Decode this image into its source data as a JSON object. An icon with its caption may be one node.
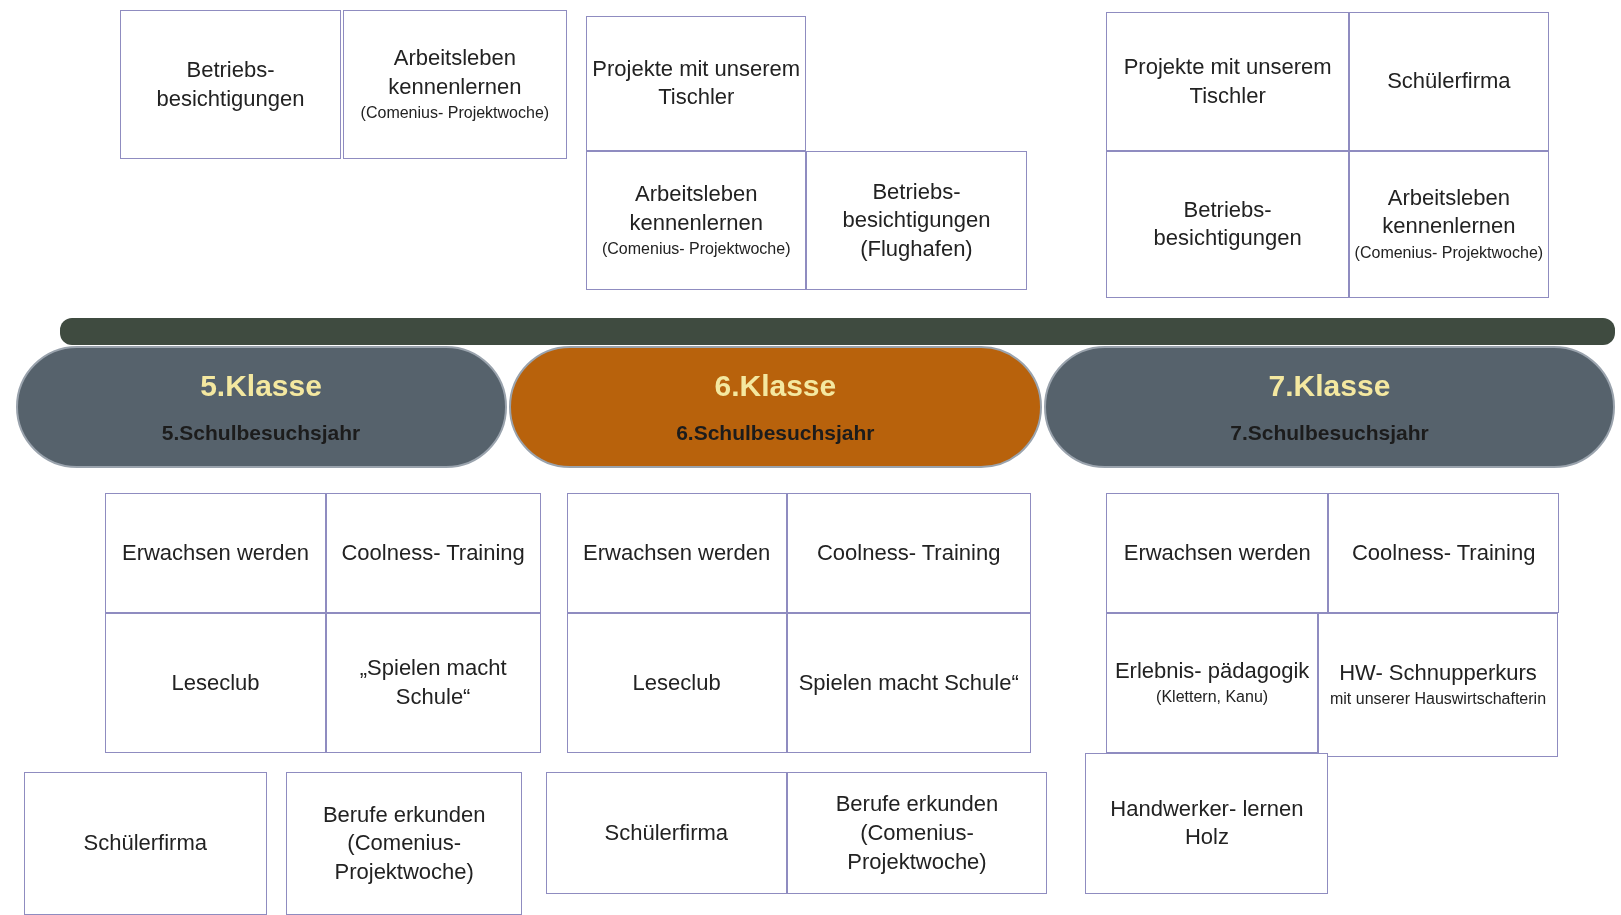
{
  "diagram": {
    "nodes": [
      {
        "text": [
          "Betriebs- besichtigungen"
        ]
      },
      {
        "text": [
          "Arbeitsleben kennenlernen",
          "(Comenius- Projektwoche)"
        ]
      },
      {
        "text": [
          "Projekte mit unserem Tischler"
        ]
      },
      {
        "text": [
          "Arbeitsleben kennenlernen",
          "(Comenius- Projektwoche)"
        ]
      },
      {
        "text": [
          "Betriebs- besichtigungen (Flughafen)"
        ]
      },
      {
        "text": [
          "Projekte mit unserem Tischler"
        ]
      },
      {
        "text": [
          "Schülerfirma"
        ]
      },
      {
        "text": [
          "Betriebs- besichtigungen"
        ]
      },
      {
        "text": [
          "Arbeitsleben kennenlernen",
          "(Comenius- Projektwoche)"
        ]
      },
      {
        "text": [
          "5.Klasse",
          "5.Schulbesuchsjahr"
        ]
      },
      {
        "text": [
          "6.Klasse",
          "6.Schulbesuchsjahr"
        ]
      },
      {
        "text": [
          "7.Klasse",
          "7.Schulbesuchsjahr"
        ]
      },
      {
        "text": [
          "Erwachsen werden"
        ]
      },
      {
        "text": [
          "Coolness- Training"
        ]
      },
      {
        "text": [
          "Leseclub"
        ]
      },
      {
        "text": [
          "„Spielen macht Schule“"
        ]
      },
      {
        "text": [
          "Schülerfirma"
        ]
      },
      {
        "text": [
          "Berufe erkunden (Comenius- Projektwoche)"
        ]
      },
      {
        "text": [
          "Erwachsen werden"
        ]
      },
      {
        "text": [
          "Coolness- Training"
        ]
      },
      {
        "text": [
          "Leseclub"
        ]
      },
      {
        "text": [
          "Spielen macht Schule“"
        ]
      },
      {
        "text": [
          "Schülerfirma"
        ]
      },
      {
        "text": [
          "Berufe erkunden (Comenius- Projektwoche)"
        ]
      },
      {
        "text": [
          "Erwachsen werden"
        ]
      },
      {
        "text": [
          "Coolness- Training"
        ]
      },
      {
        "text": [
          "Erlebnis- pädagogik",
          "(Klettern, Kanu)"
        ]
      },
      {
        "text": [
          "HW- Schnupperkurs",
          "mit unserer Hauswirtschafterin"
        ]
      },
      {
        "text": [
          "Handwerker- lernen Holz"
        ]
      }
    ],
    "edges": []
  }
}
